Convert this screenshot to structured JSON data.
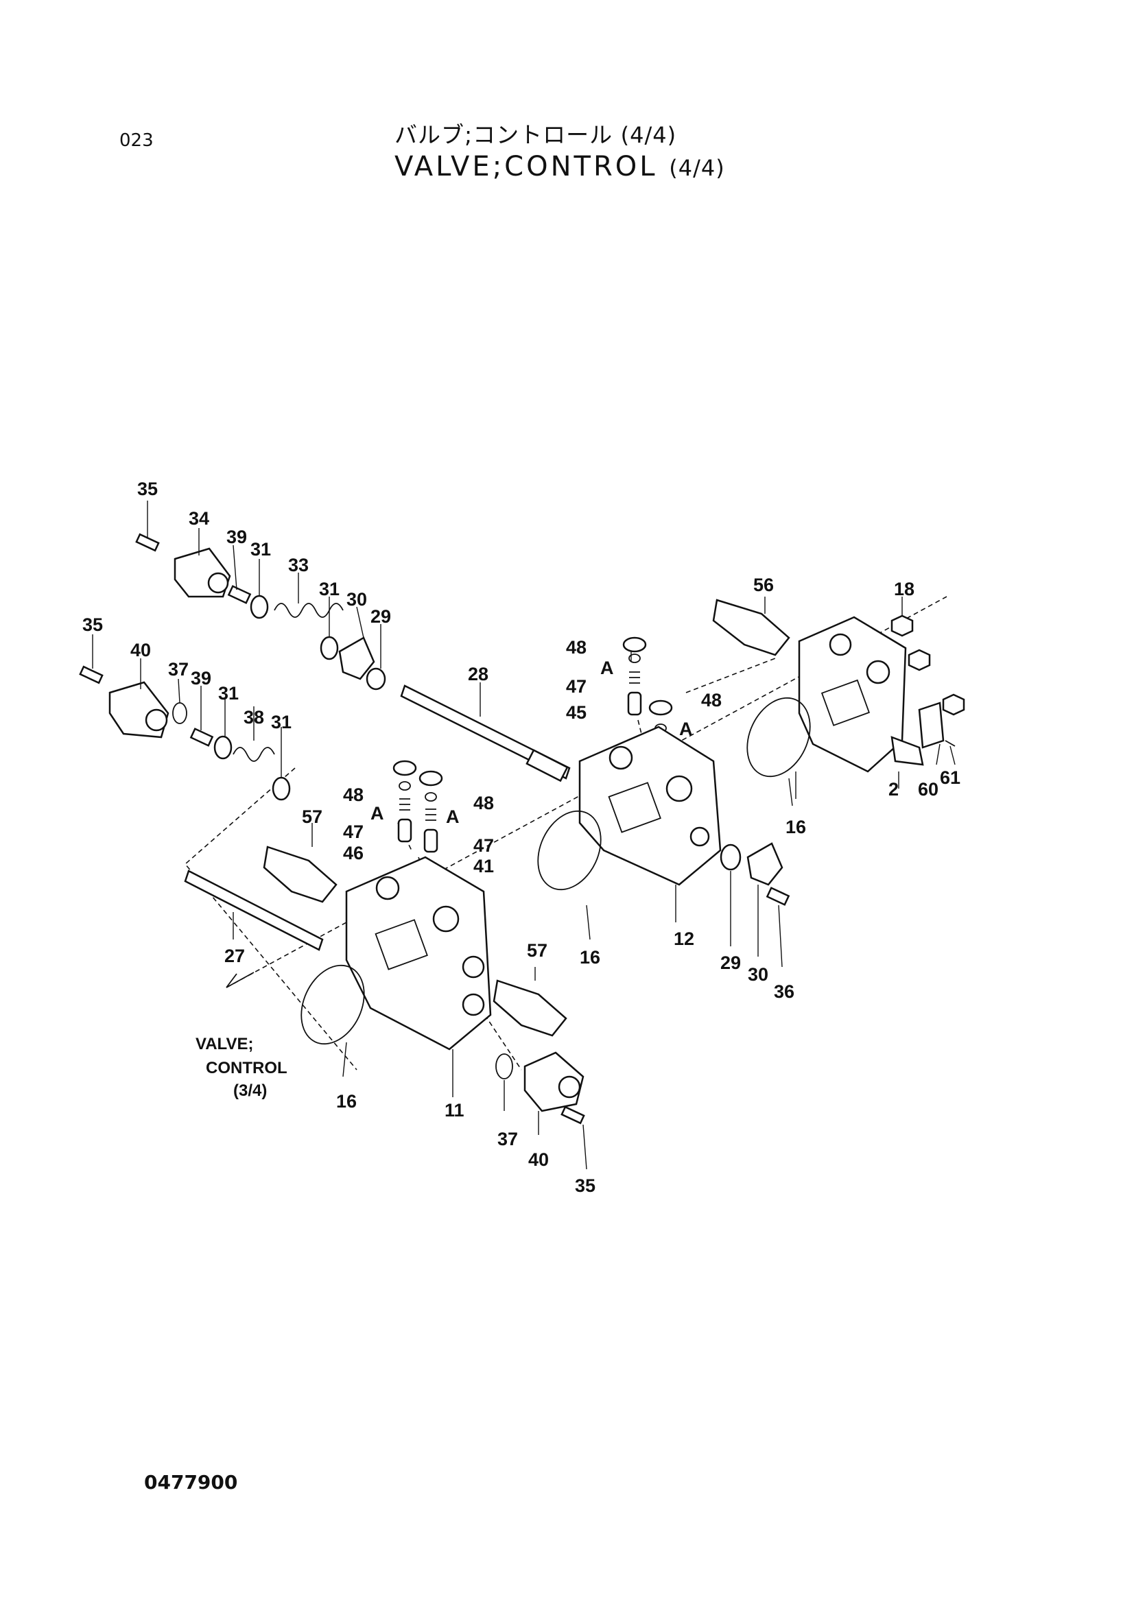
{
  "header": {
    "page_number": "023",
    "title_jp": "バルブ;コントロール",
    "title_en": "VALVE;CONTROL",
    "title_suffix": "(4/4)"
  },
  "footer": {
    "document_number": "0477900"
  },
  "reference": {
    "line1": "VALVE;",
    "line2": "CONTROL",
    "line3": "(3/4)"
  },
  "callouts": {
    "c2": "2",
    "c11": "11",
    "c12": "12",
    "c16a": "16",
    "c16b": "16",
    "c16c": "16",
    "c18": "18",
    "c27": "27",
    "c28": "28",
    "c29a": "29",
    "c29b": "29",
    "c30a": "30",
    "c30b": "30",
    "c31a": "31",
    "c31b": "31",
    "c31c": "31",
    "c31d": "31",
    "c33": "33",
    "c34": "34",
    "c35a": "35",
    "c35b": "35",
    "c35c": "35",
    "c36": "36",
    "c37a": "37",
    "c37b": "37",
    "c38": "38",
    "c39a": "39",
    "c39b": "39",
    "c40a": "40",
    "c40b": "40",
    "c41": "41",
    "c45": "45",
    "c46": "46",
    "c47a": "47",
    "c47b": "47",
    "c47c": "47",
    "c48a": "48",
    "c48b": "48",
    "c48c": "48",
    "c48d": "48",
    "c56": "56",
    "c57a": "57",
    "c57b": "57",
    "c60": "60",
    "c61": "61",
    "ca1": "A",
    "ca2": "A",
    "ca3": "A",
    "ca4": "A"
  }
}
